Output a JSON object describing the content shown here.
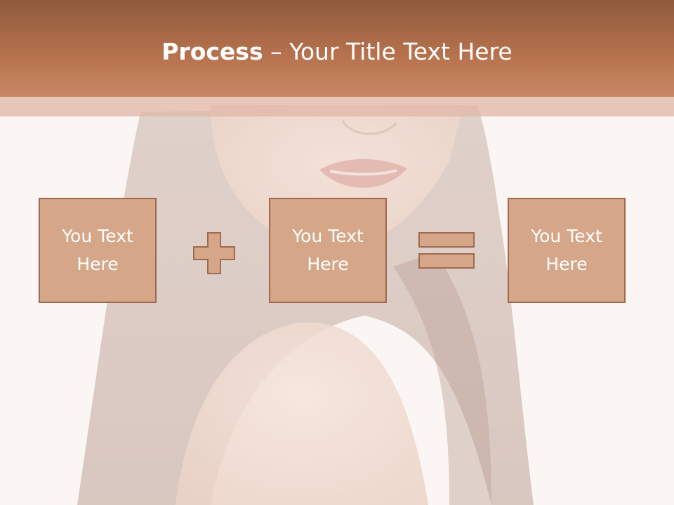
{
  "slide": {
    "title_bold": "Process",
    "title_rest": "Your Title Text Here",
    "title_separator": "–"
  },
  "boxes": [
    {
      "label": "You Text Here"
    },
    {
      "label": "You Text Here"
    },
    {
      "label": "You Text Here"
    }
  ],
  "operators": [
    "plus-icon",
    "equals-icon"
  ],
  "colors": {
    "title_bar": "#b5714c",
    "title_text": "#ffffff",
    "box_fill": "#d6a688",
    "box_border": "#a06a50",
    "background": "#fbf6f3"
  }
}
